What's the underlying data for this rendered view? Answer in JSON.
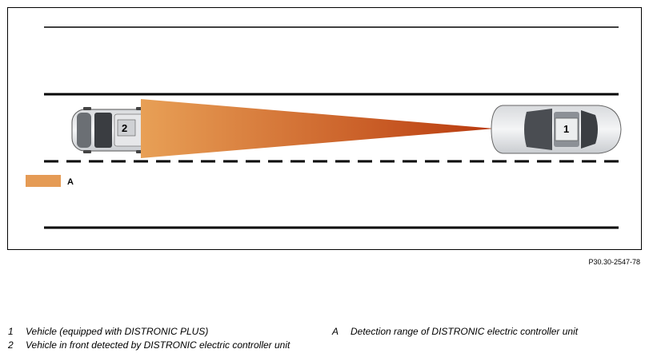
{
  "diagram": {
    "vehicle_1_label": "1",
    "vehicle_2_label": "2",
    "range_label": "A",
    "range_color_start": "#e8a056",
    "range_color_end": "#b93a0e",
    "swatch_color": "#e59b55"
  },
  "figure_code": "P30.30-2547-78",
  "legend": {
    "items": [
      {
        "key": "1",
        "text": "Vehicle (equipped with DISTRONIC PLUS)"
      },
      {
        "key": "2",
        "text": "Vehicle in front detected by DISTRONIC electric controller unit"
      },
      {
        "key": "A",
        "text": "Detection range of DISTRONIC electric controller unit"
      }
    ]
  }
}
